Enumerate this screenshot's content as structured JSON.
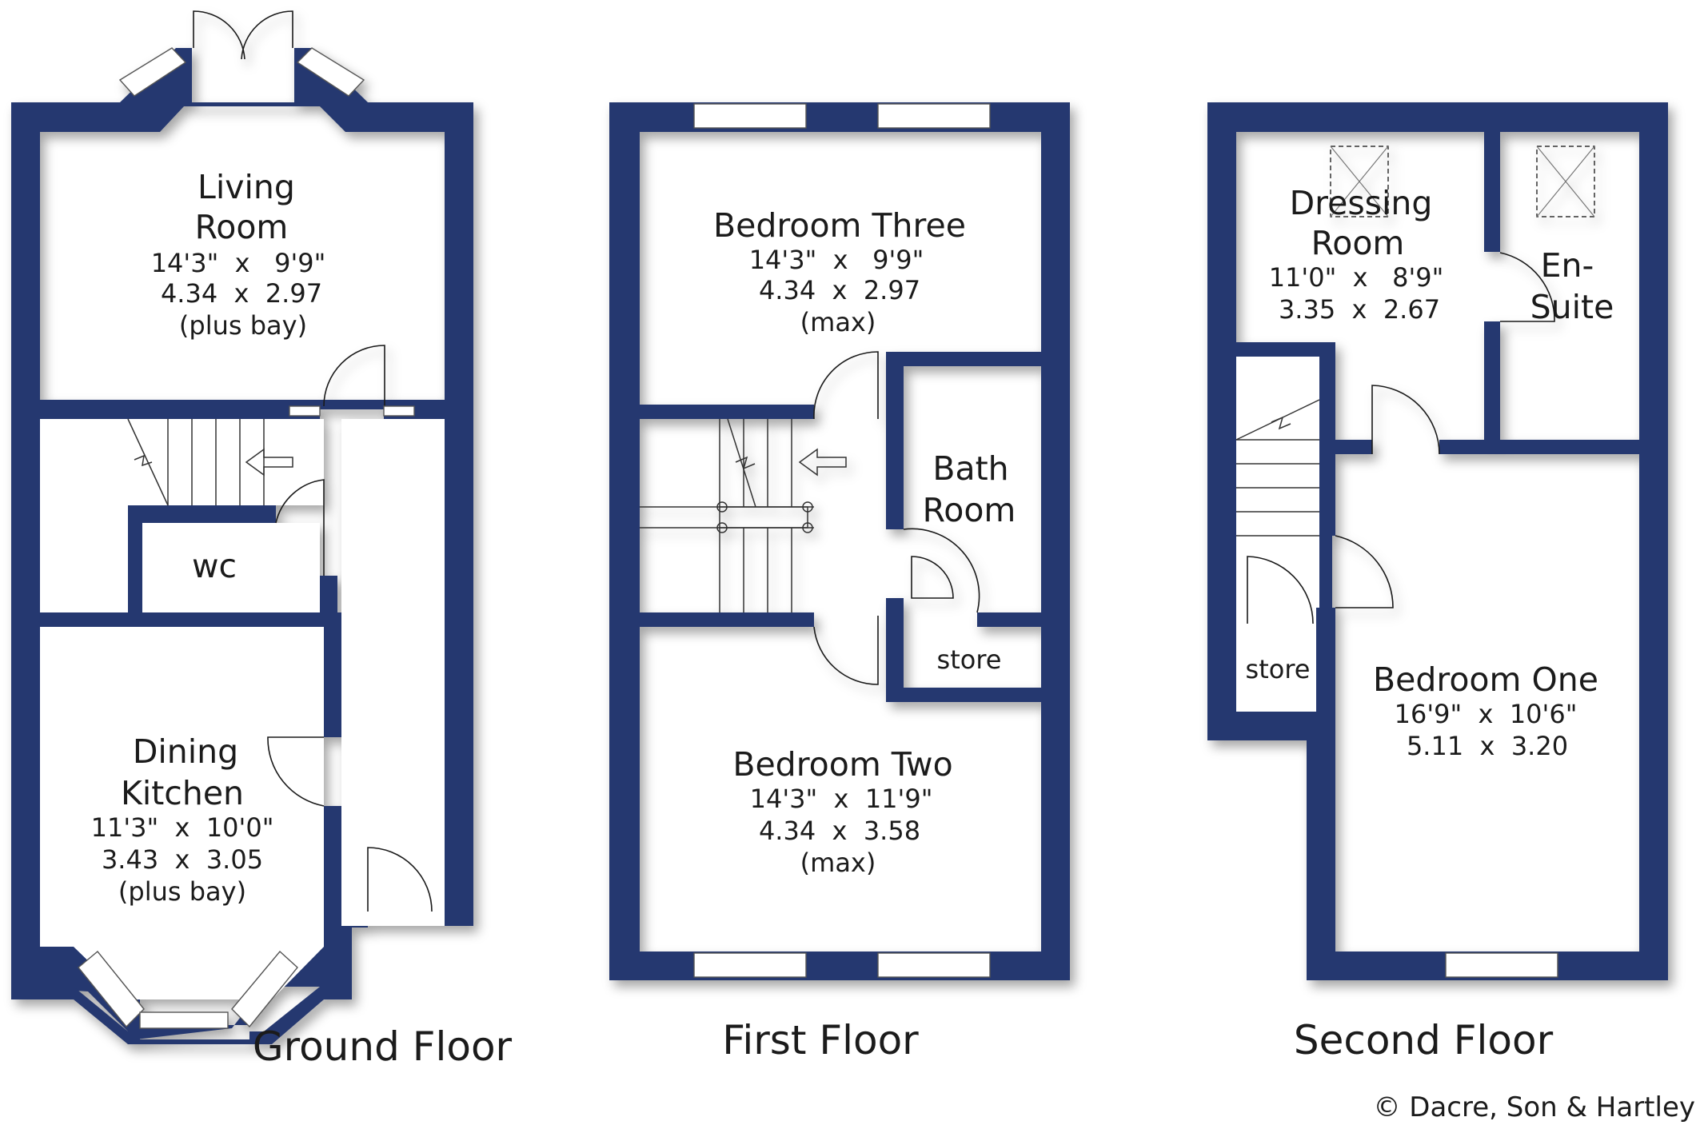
{
  "colors": {
    "wall": "#253870",
    "background": "#ffffff"
  },
  "ground_floor": {
    "title": "Ground Floor",
    "living_room": {
      "name_line1": "Living",
      "name_line2": "Room",
      "imperial": "14'3\"  x   9'9\"",
      "metric": "4.34  x  2.97",
      "note": "(plus bay)"
    },
    "wc": {
      "name": "wc"
    },
    "dining_kitchen": {
      "name_line1": "Dining",
      "name_line2": "Kitchen",
      "imperial": "11'3\"  x  10'0\"",
      "metric": "3.43  x  3.05",
      "note": "(plus bay)"
    }
  },
  "first_floor": {
    "title": "First Floor",
    "bedroom_three": {
      "name": "Bedroom Three",
      "imperial": "14'3\"  x   9'9\"",
      "metric": "4.34  x  2.97",
      "note": "(max)"
    },
    "bath_room": {
      "name_line1": "Bath",
      "name_line2": "Room"
    },
    "store": {
      "name": "store"
    },
    "bedroom_two": {
      "name": "Bedroom Two",
      "imperial": "14'3\"  x  11'9\"",
      "metric": "4.34  x  3.58",
      "note": "(max)"
    }
  },
  "second_floor": {
    "title": "Second Floor",
    "dressing_room": {
      "name_line1": "Dressing",
      "name_line2": "Room",
      "imperial": "11'0\"  x   8'9\"",
      "metric": "3.35  x  2.67"
    },
    "en_suite": {
      "name_line1": "En-",
      "name_line2": "Suite"
    },
    "store": {
      "name": "store"
    },
    "bedroom_one": {
      "name": "Bedroom One",
      "imperial": "16'9\"  x  10'6\"",
      "metric": "5.11  x  3.20"
    }
  },
  "copyright": "© Dacre, Son & Hartley"
}
